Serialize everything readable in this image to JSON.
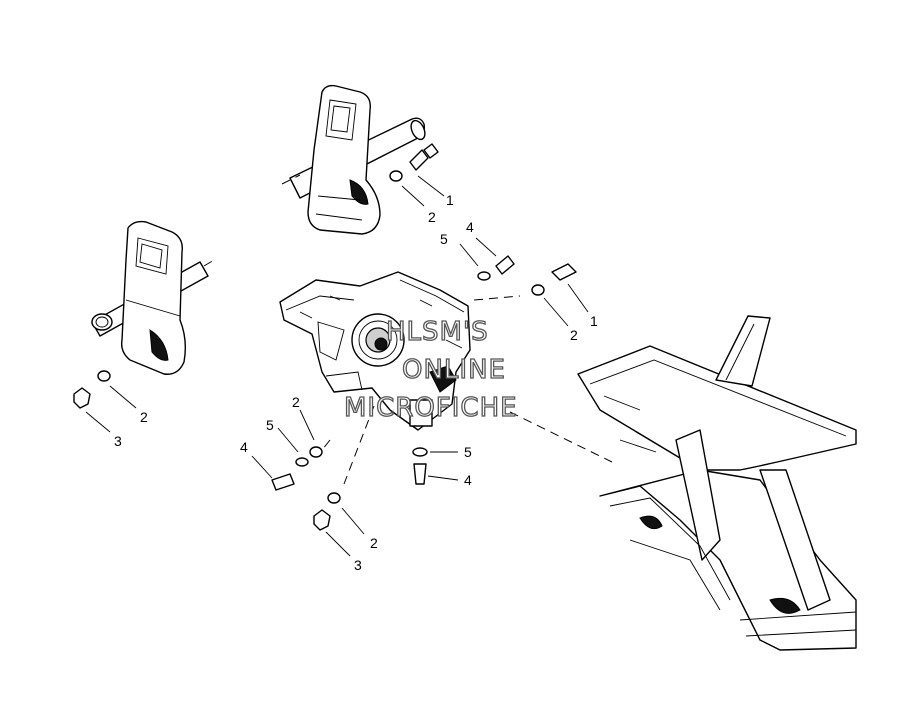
{
  "watermark": {
    "line1": "HLSM'S",
    "line2": "ONLINE",
    "line3": "MICROFICHE"
  },
  "callouts": [
    {
      "id": "c1a",
      "label": "1"
    },
    {
      "id": "c2a",
      "label": "2"
    },
    {
      "id": "c4a",
      "label": "4"
    },
    {
      "id": "c5a",
      "label": "5"
    },
    {
      "id": "c2b",
      "label": "2"
    },
    {
      "id": "c1b",
      "label": "1"
    },
    {
      "id": "c2c",
      "label": "2"
    },
    {
      "id": "c3a",
      "label": "3"
    },
    {
      "id": "c2d",
      "label": "2"
    },
    {
      "id": "c5b",
      "label": "5"
    },
    {
      "id": "c4b",
      "label": "4"
    },
    {
      "id": "c5c",
      "label": "5"
    },
    {
      "id": "c4c",
      "label": "4"
    },
    {
      "id": "c2e",
      "label": "2"
    },
    {
      "id": "c3b",
      "label": "3"
    }
  ]
}
